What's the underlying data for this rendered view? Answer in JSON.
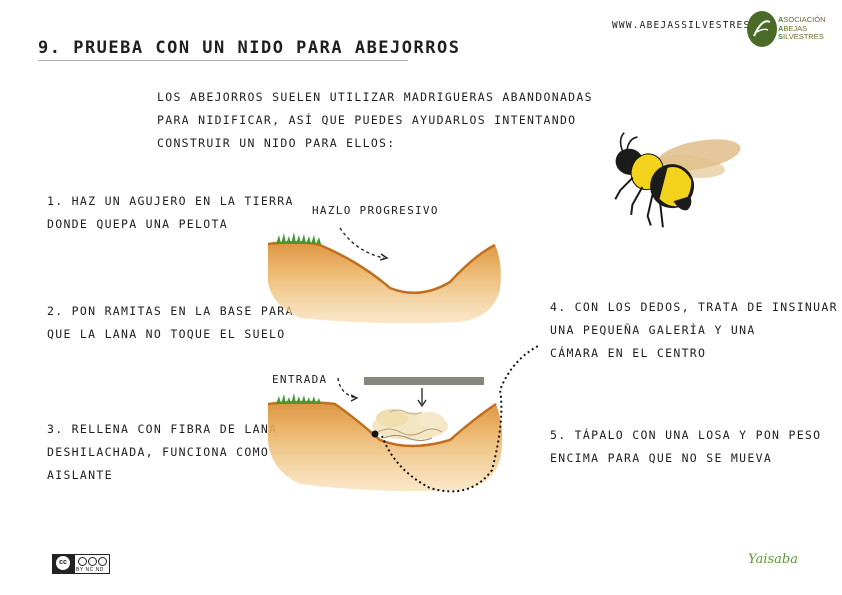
{
  "header": {
    "title": "9. Prueba con un nido para abejorros",
    "website": "www.abejassilvestres.es",
    "logo": {
      "line1_initial": "A",
      "line1_rest": "sociación",
      "line2_initial": "A",
      "line2_rest": "bejas",
      "line3_initial": "S",
      "line3_rest": "ilvestres"
    }
  },
  "intro": {
    "lines": [
      "Los abejorros suelen utilizar madrigueras abandonadas",
      "para nidificar, así que puedes ayudarlos intentando",
      "construir un nido para ellos:"
    ]
  },
  "steps": {
    "step1": [
      "1. Haz un agujero en la tierra",
      "donde quepa una pelota"
    ],
    "step2": [
      "2. Pon ramitas en la base para",
      "que la lana no toque el suelo"
    ],
    "step3": [
      "3. Rellena con fibra de lana",
      "deshilachada, funciona como",
      "aislante"
    ],
    "step4": [
      "4. Con los dedos, trata de insinuar",
      "una pequeña galería y una",
      "cámara en el centro"
    ],
    "step5": [
      "5. Tápalo con una losa y pon peso",
      "encima para que no se mueva"
    ]
  },
  "annotations": {
    "hazlo": "Hazlo progresivo",
    "entrada": "Entrada"
  },
  "footer": {
    "signature": "Yaisaba",
    "license_tags": "BY  NC  ND",
    "license_cc": "cc"
  },
  "colors": {
    "soil": "#e8a24a",
    "soil_dark": "#c97a2a",
    "grass": "#3f9a2f",
    "stone": "#7a7a6e",
    "bee_yellow": "#f2d21a",
    "logo_green": "#4a6a28"
  }
}
